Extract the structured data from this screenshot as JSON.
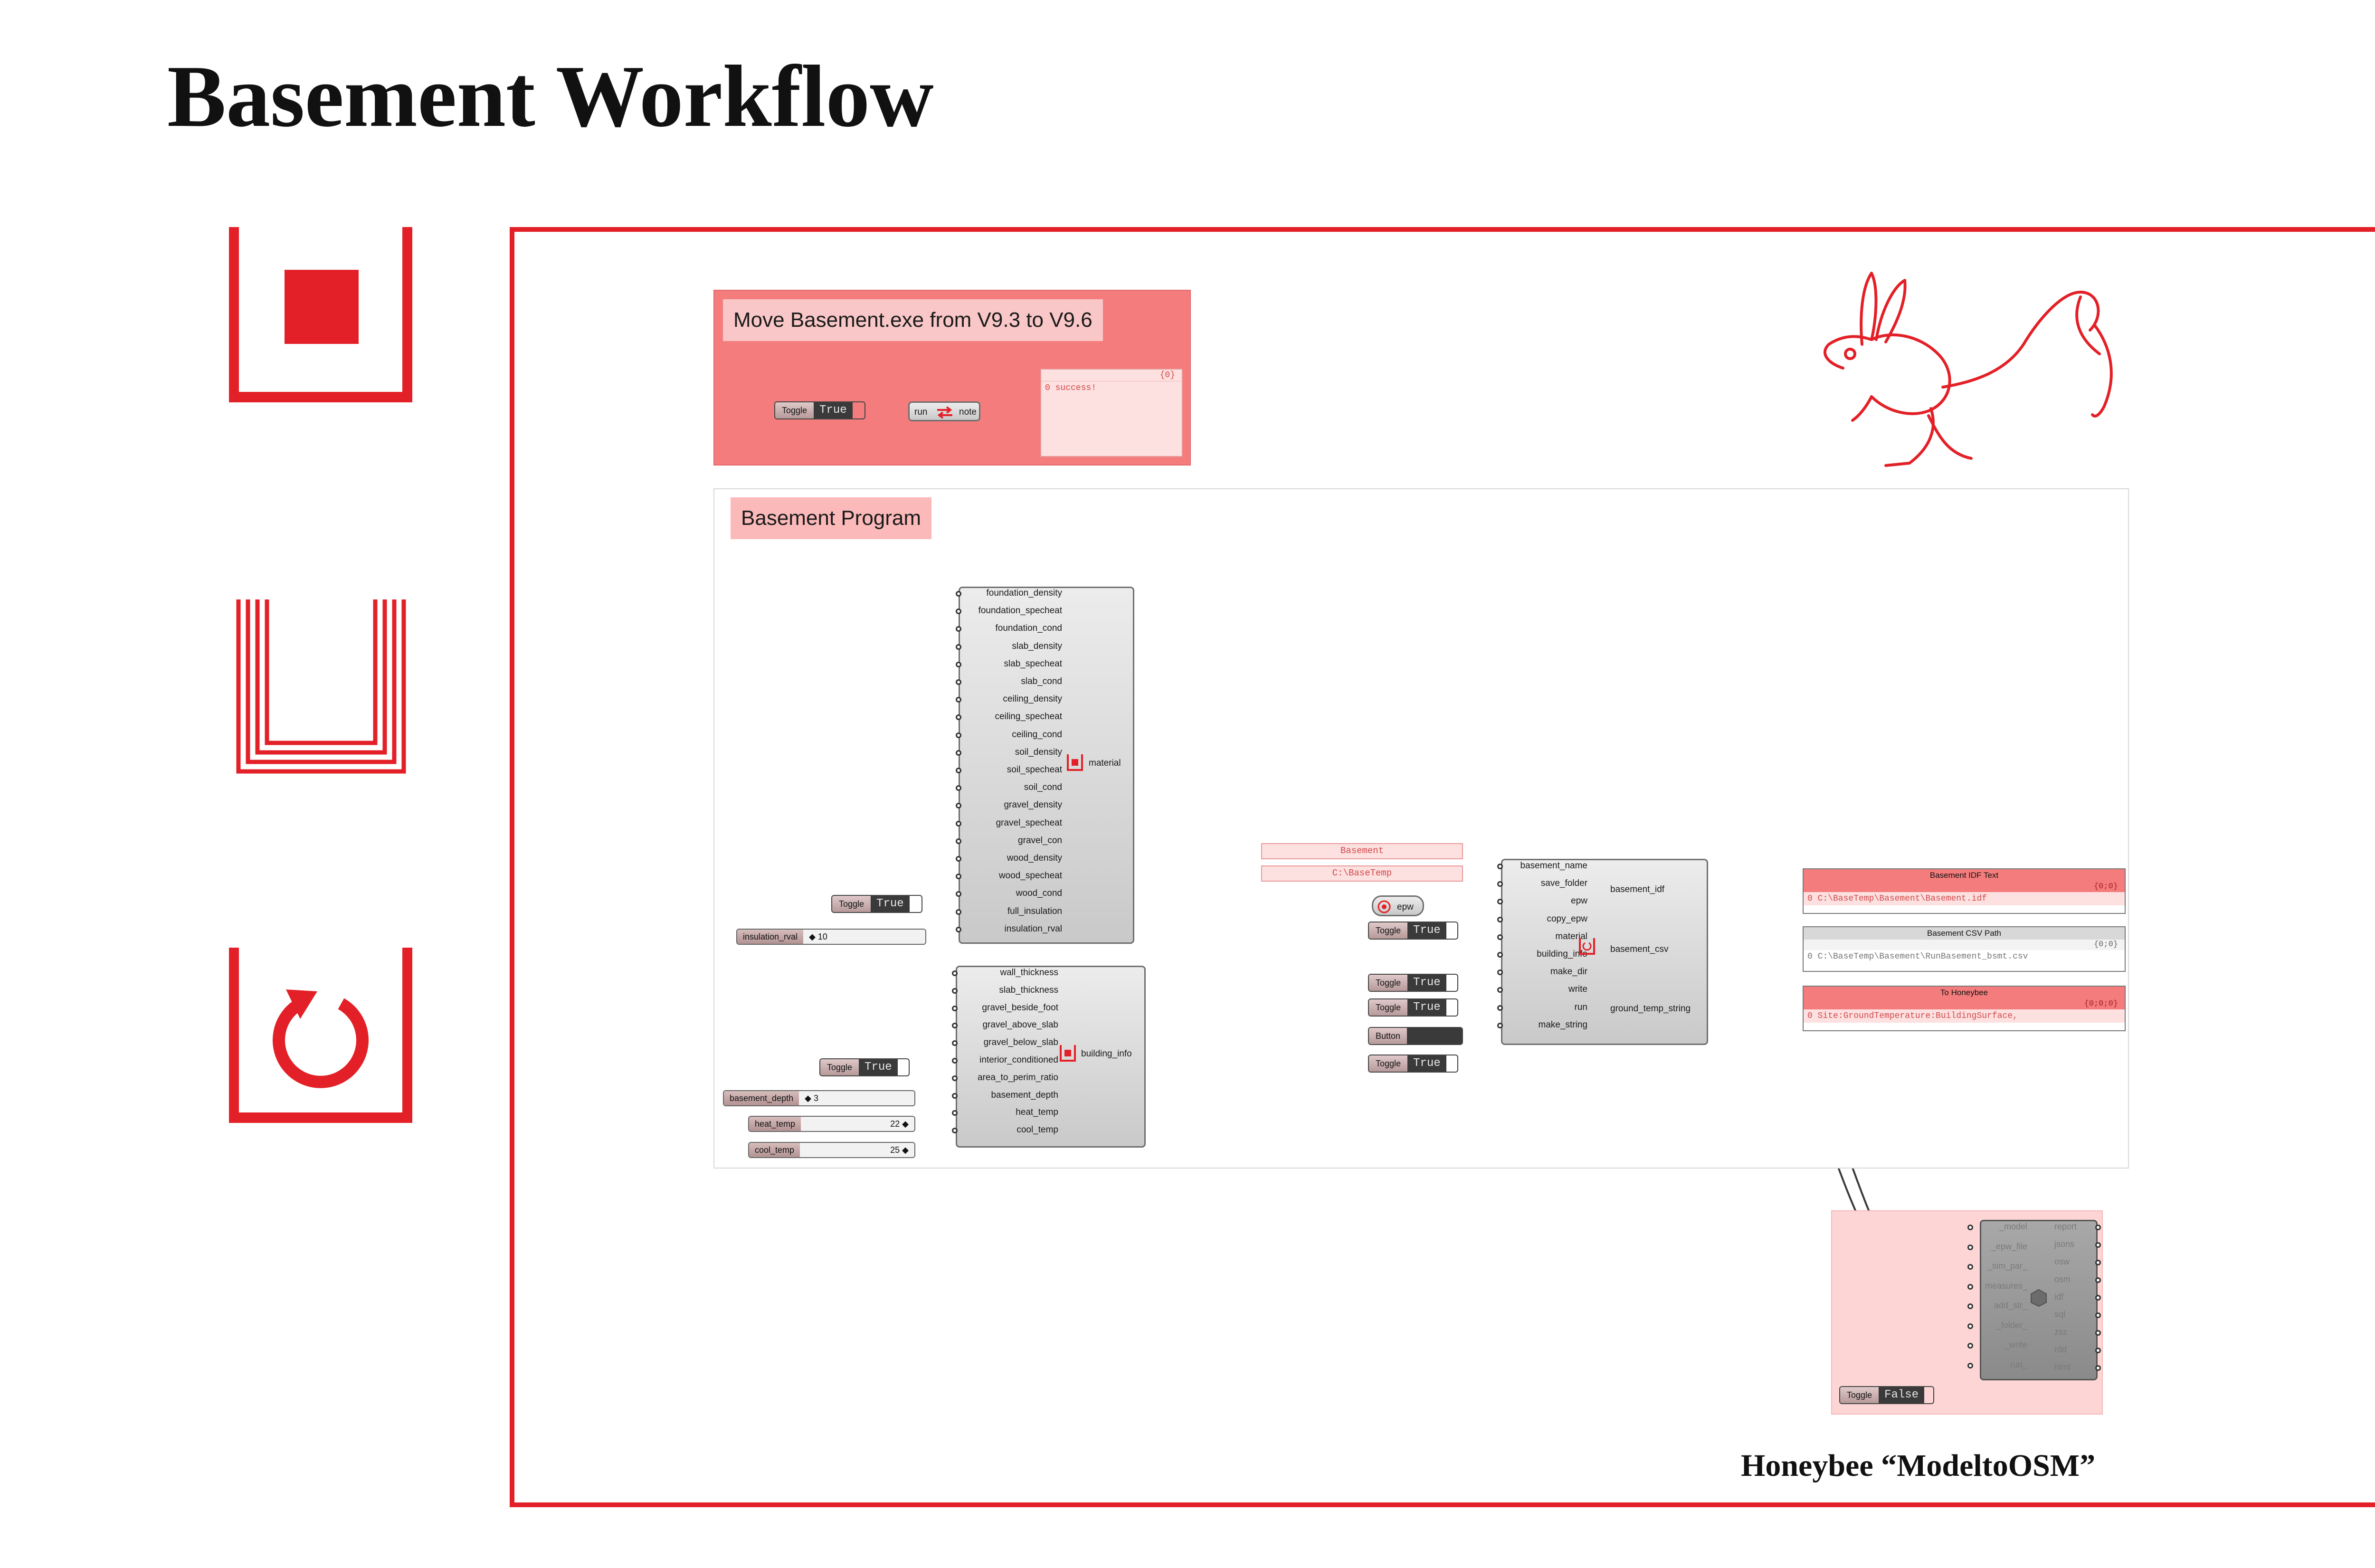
{
  "page": {
    "title": "Basement Workflow",
    "caption": "Honeybee “ModeltoOSM”"
  },
  "colors": {
    "accent": "#e32027",
    "group_pink": "#f47c7c",
    "group_label": "#fbb9b9",
    "honeybee_group": "#fdd5d5"
  },
  "side_icons": [
    "basement-material-icon",
    "basement-building-info-icon",
    "basement-run-icon"
  ],
  "move_group": {
    "label": "Move Basement.exe from V9.3 to V9.6",
    "toggle": {
      "label": "Toggle",
      "value": "True"
    },
    "component": {
      "input": "run",
      "output": "note"
    },
    "panel": {
      "index": "{0}",
      "text": "0 success!"
    }
  },
  "program_group": {
    "label": "Basement Program"
  },
  "material_component": {
    "inputs": [
      "foundation_density",
      "foundation_specheat",
      "foundation_cond",
      "slab_density",
      "slab_specheat",
      "slab_cond",
      "ceiling_density",
      "ceiling_specheat",
      "ceiling_cond",
      "soil_density",
      "soil_specheat",
      "soil_cond",
      "gravel_density",
      "gravel_specheat",
      "gravel_con",
      "wood_density",
      "wood_specheat",
      "wood_cond",
      "full_insulation",
      "insulation_rval"
    ],
    "output": "material"
  },
  "material_toggle": {
    "label": "Toggle",
    "value": "True"
  },
  "insulation_slider": {
    "label": "insulation_rval",
    "value": "◆ 10"
  },
  "building_component": {
    "inputs": [
      "wall_thickness",
      "slab_thickness",
      "gravel_beside_foot",
      "gravel_above_slab",
      "gravel_below_slab",
      "interior_conditioned",
      "area_to_perim_ratio",
      "basement_depth",
      "heat_temp",
      "cool_temp"
    ],
    "output": "building_info"
  },
  "building_toggle": {
    "label": "Toggle",
    "value": "True"
  },
  "depth_slider": {
    "label": "basement_depth",
    "value": "◆ 3"
  },
  "heat_slider": {
    "label": "heat_temp",
    "value": "22 ◆"
  },
  "cool_slider": {
    "label": "cool_temp",
    "value": "25 ◆"
  },
  "name_panel": {
    "text": "Basement"
  },
  "folder_panel": {
    "text": "C:\\BaseTemp"
  },
  "epw_param": {
    "label": "epw"
  },
  "run_component": {
    "inputs": [
      "basement_name",
      "save_folder",
      "epw",
      "copy_epw",
      "material",
      "building_info",
      "make_dir",
      "write",
      "run",
      "make_string"
    ],
    "outputs": [
      "basement_idf",
      "basement_csv",
      "ground_temp_string"
    ]
  },
  "run_toggles": [
    {
      "label": "Toggle",
      "value": "True"
    },
    {
      "label": "Toggle",
      "value": "True"
    },
    {
      "label": "Toggle",
      "value": "True"
    },
    {
      "label": "Toggle",
      "value": "True"
    }
  ],
  "run_button": {
    "label": "Button"
  },
  "idf_panel": {
    "header": "Basement IDF Text",
    "index": "{0;0}",
    "text": "0 C:\\BaseTemp\\Basement\\Basement.idf"
  },
  "csv_panel": {
    "header": "Basement CSV Path",
    "index": "{0;0}",
    "text": "0 C:\\BaseTemp\\Basement\\RunBasement_bsmt.csv"
  },
  "hb_panel": {
    "header": "To Honeybee",
    "index": "{0;0;0}",
    "text": "0 Site:GroundTemperature:BuildingSurface,"
  },
  "honeybee_component": {
    "inputs": [
      "_model",
      "_epw_file",
      "_sim_par_",
      "measures_",
      "add_str_",
      "_folder_",
      "_write",
      "run_"
    ],
    "outputs": [
      "report",
      "jsons",
      "osw",
      "osm",
      "idf",
      "sql",
      "zsz",
      "rdd",
      "html"
    ]
  },
  "honeybee_toggle": {
    "label": "Toggle",
    "value": "False"
  }
}
